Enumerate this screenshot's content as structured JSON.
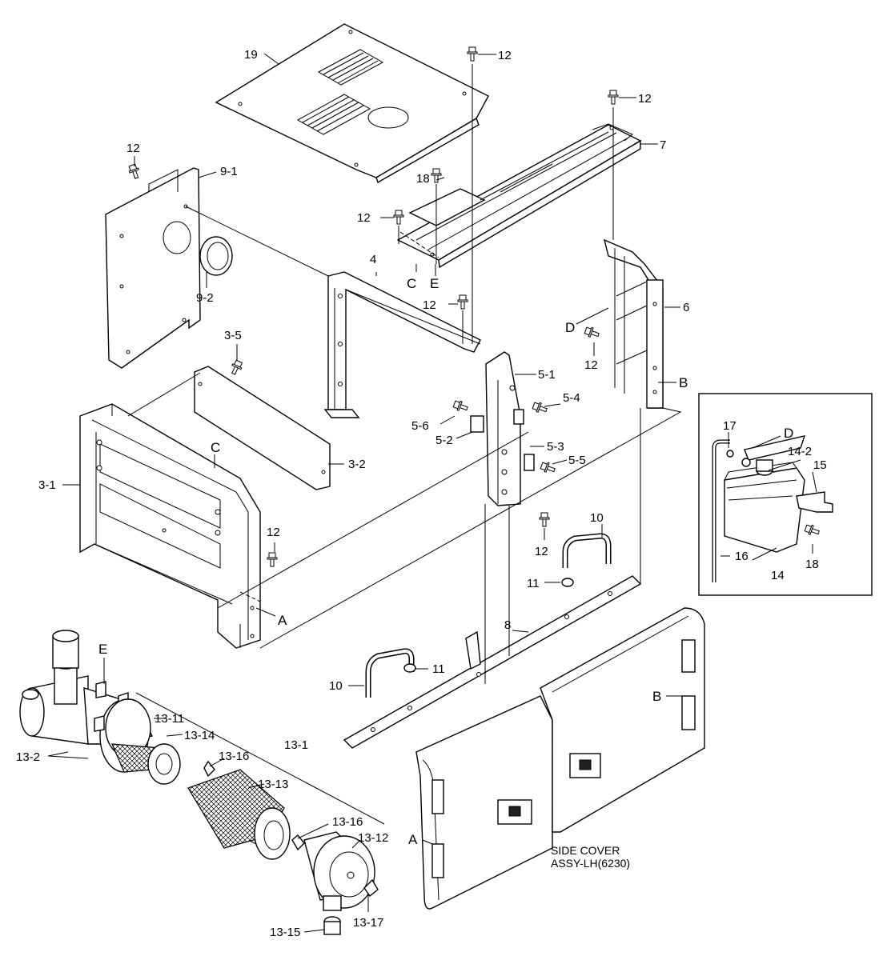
{
  "labels": {
    "p19": "19",
    "p12_top": "12",
    "p12_right": "12",
    "p7": "7",
    "p12_left": "12",
    "p9_1": "9-1",
    "p18_top": "18",
    "p12_mid": "12",
    "p9_2": "9-2",
    "p4": "4",
    "c_upper": "C",
    "e_upper": "E",
    "p12_center": "12",
    "p6": "6",
    "d_right": "D",
    "p12_rframe": "12",
    "b_right": "B",
    "p3_5": "3-5",
    "p5_1": "5-1",
    "p5_4": "5-4",
    "p5_6": "5-6",
    "p5_2": "5-2",
    "p5_3": "5-3",
    "p5_5": "5-5",
    "c_left": "C",
    "p3_2": "3-2",
    "p3_1": "3-1",
    "p12_frame": "12",
    "a_frame": "A",
    "p12_bottom": "12",
    "p10_right": "10",
    "p11_right": "11",
    "p8": "8",
    "p11_left": "11",
    "p10_left": "10",
    "e_lower": "E",
    "p13_11": "13-11",
    "p13_14": "13-14",
    "p13_2": "13-2",
    "p13_1": "13-1",
    "p13_16_a": "13-16",
    "p13_13": "13-13",
    "p13_16_b": "13-16",
    "p13_12": "13-12",
    "p13_15": "13-15",
    "p13_17": "13-17",
    "b_door": "B",
    "a_door": "A",
    "side_cover_1": "SIDE COVER",
    "side_cover_2": "ASSY-LH(6230)",
    "p17": "17",
    "d_inset": "D",
    "p14_2": "14-2",
    "p15": "15",
    "p16": "16",
    "p14": "14",
    "p18_inset": "18"
  }
}
